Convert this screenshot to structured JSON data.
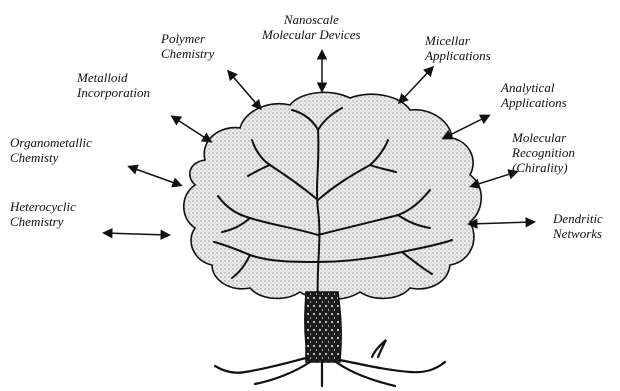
{
  "diagram": {
    "topics": [
      {
        "id": "heterocyclic",
        "lines": [
          "Heterocyclic",
          "Chemistry"
        ]
      },
      {
        "id": "organometallic",
        "lines": [
          "Organometallic",
          "Chemisty"
        ]
      },
      {
        "id": "metalloid",
        "lines": [
          "Metalloid",
          "Incorporation"
        ]
      },
      {
        "id": "polymer",
        "lines": [
          "Polymer",
          "Chemistry"
        ]
      },
      {
        "id": "nanoscale",
        "lines": [
          "Nanoscale",
          "Molecular  Devices"
        ]
      },
      {
        "id": "micellar",
        "lines": [
          "Micellar",
          "Applications"
        ]
      },
      {
        "id": "analytical",
        "lines": [
          "Analytical",
          "Applications"
        ]
      },
      {
        "id": "molecular-recognition",
        "lines": [
          "Molecular",
          "Recognition",
          "(Chirality)"
        ]
      },
      {
        "id": "dendritic",
        "lines": [
          "Dendritic",
          "Networks"
        ]
      }
    ]
  },
  "colors": {
    "ink": "#111111",
    "canopy_fill": "#d8d8d8",
    "trunk_fill": "#222222"
  }
}
